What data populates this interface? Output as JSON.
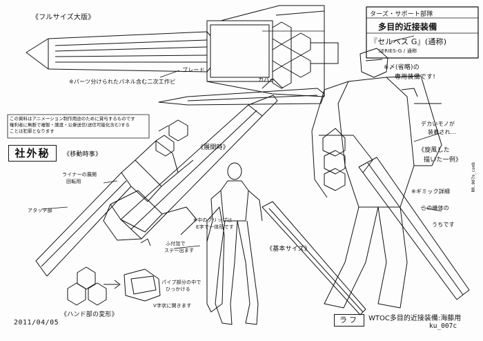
{
  "header": {
    "label_full": "《フルサイズ大版》",
    "studio_line": "ターズ・サポート部隊",
    "title_line1": "多目的近接装備",
    "title_line2": "『セルベス G』(通称)",
    "subtitle": "SERIES-G / 通称"
  },
  "notice": {
    "line1": "この資料はアニメーション制作用途のために貸与するものです",
    "line2": "権利者に無断で複製・譲渡・公衆送信(送信可能化含む)する",
    "line3": "ことは犯罪となります"
  },
  "stamp": {
    "text": "社外秘"
  },
  "annotations": {
    "top_note": "※パーツ分けられたパネル含む二次工作ピ",
    "blade_label": "ブレード",
    "cover_label": "カバー",
    "right_note1": "※〆(省略)の",
    "right_note2": "専用装備です!",
    "right_note3": "デカいモノが",
    "right_note4": "装着され…",
    "right_note5": "《旋風した",
    "right_note6": "描いた一例》",
    "right_note7": "※ギミック詳細",
    "right_note8": "この機体の",
    "right_note9": "うちです",
    "label_transform": "《移動時事》",
    "label_deploy": "《展開時》",
    "label_basic_size": "《基本サイズ》",
    "label_hand": "《ハンド部の変形》",
    "note_left1": "ライナーの展開",
    "note_left2": "回転用",
    "note_left3": "アタッチ部",
    "note_grip": "※中のグリップは",
    "note_grip2": "E字で一体形です",
    "note_mid1": "ふ付加で",
    "note_mid2": "ステー出ます",
    "note_bottom1": "パイプ部分の中で",
    "note_bottom2": "ひっかける",
    "note_bottom3": "V字状に開きます"
  },
  "footer": {
    "rough_label": "ラフ",
    "caption": "WTOC多目的近接装備:海藤用",
    "code": "ku_007c",
    "date": "2011/04/05",
    "side_code": "RR.007m_comb"
  }
}
